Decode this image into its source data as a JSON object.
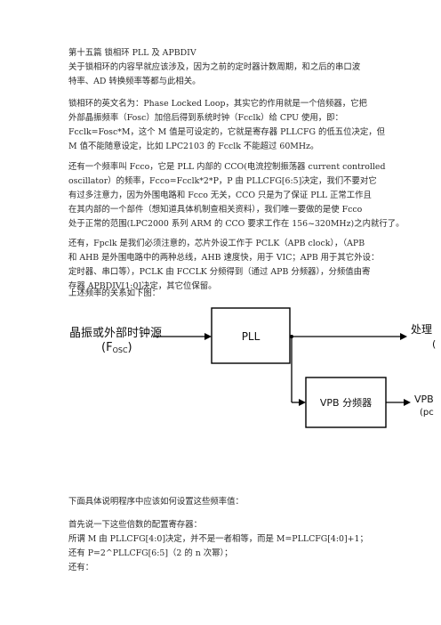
{
  "title": "第十五篇 锁相环 PLL 及 APBDIV",
  "intro": [
    "关于锁相环的内容早就应该涉及，因为之前的定时器计数周期，和之后的串口波",
    "特率、AD 转换频率等都与此相关。"
  ],
  "pll_def": [
    "锁相环的英文名为：Phase Locked Loop，其实它的作用就是一个倍频器，它把",
    "外部晶振频率（Fosc）加倍后得到系统时钟（Fcclk）给 CPU 使用，即：",
    "Fcclk=Fosc*M，这个 M 值是可设定的，它就是寄存器 PLLCFG 的低五位决定，但",
    "M 值不能随意设定，比如 LPC2103 的 Fcclk 不能超过 60MHz。"
  ],
  "fcco": [
    "还有一个频率叫 Fcco，它是 PLL 内部的 CCO(电流控制振荡器 current controlled",
    "oscillator）的频率，Fcco=Fcclk*2*P，P 由 PLLCFG[6:5]决定，我们不要对它",
    "有过多注意力，因为外围电路和 Fcco 无关，CCO 只是为了保证 PLL 正常工作且",
    "在其内部的一个部件（想知道具体机制查相关资料），我们唯一要做的是使 Fcco",
    "处于正常的范围(LPC2000 系列 ARM 的 CCO 要求工作在 156~320MHz)之内就行了。"
  ],
  "fpclk": [
    "还有，Fpclk 是我们必须注意的，芯片外设工作于 PCLK（APB clock），（APB",
    "和 AHB 是外围电路中的两种总线，AHB 速度快，用于 VIC；APB 用于其它外设：",
    "定时器、串口等），PCLK 由 FCCLK 分频得到（通过 APB 分频器），分频值由寄",
    "存器 APBDIV[1:0]决定，其它位保留。"
  ],
  "relation": "上述频率的关系如下图：",
  "diagram": {
    "source_line1": "晶振或外部时钟源",
    "source_line2_main": "(F",
    "source_line2_sub": "OSC",
    "source_line2_end": ")",
    "pll_label": "PLL",
    "vpb_label": "VPB 分频器",
    "out1_label": "处理",
    "out1_sub": "(",
    "out2_label": "VPB",
    "out2_sub": "(pc"
  },
  "setup_intro": "下面具体说明程序中应该如何设置这些频率值：",
  "config": [
    "首先说一下这些倍数的配置寄存器：",
    "所谓 M 由 PLLCFG[4:0]决定，并不是一者相等，而是 M=PLLCFG[4:0]+1；",
    "还有 P=2^PLLCFG[6:5]（2 的 n 次幂）；",
    "还有："
  ],
  "colors": {
    "text": "#2a2a2a",
    "line": "#000000"
  }
}
